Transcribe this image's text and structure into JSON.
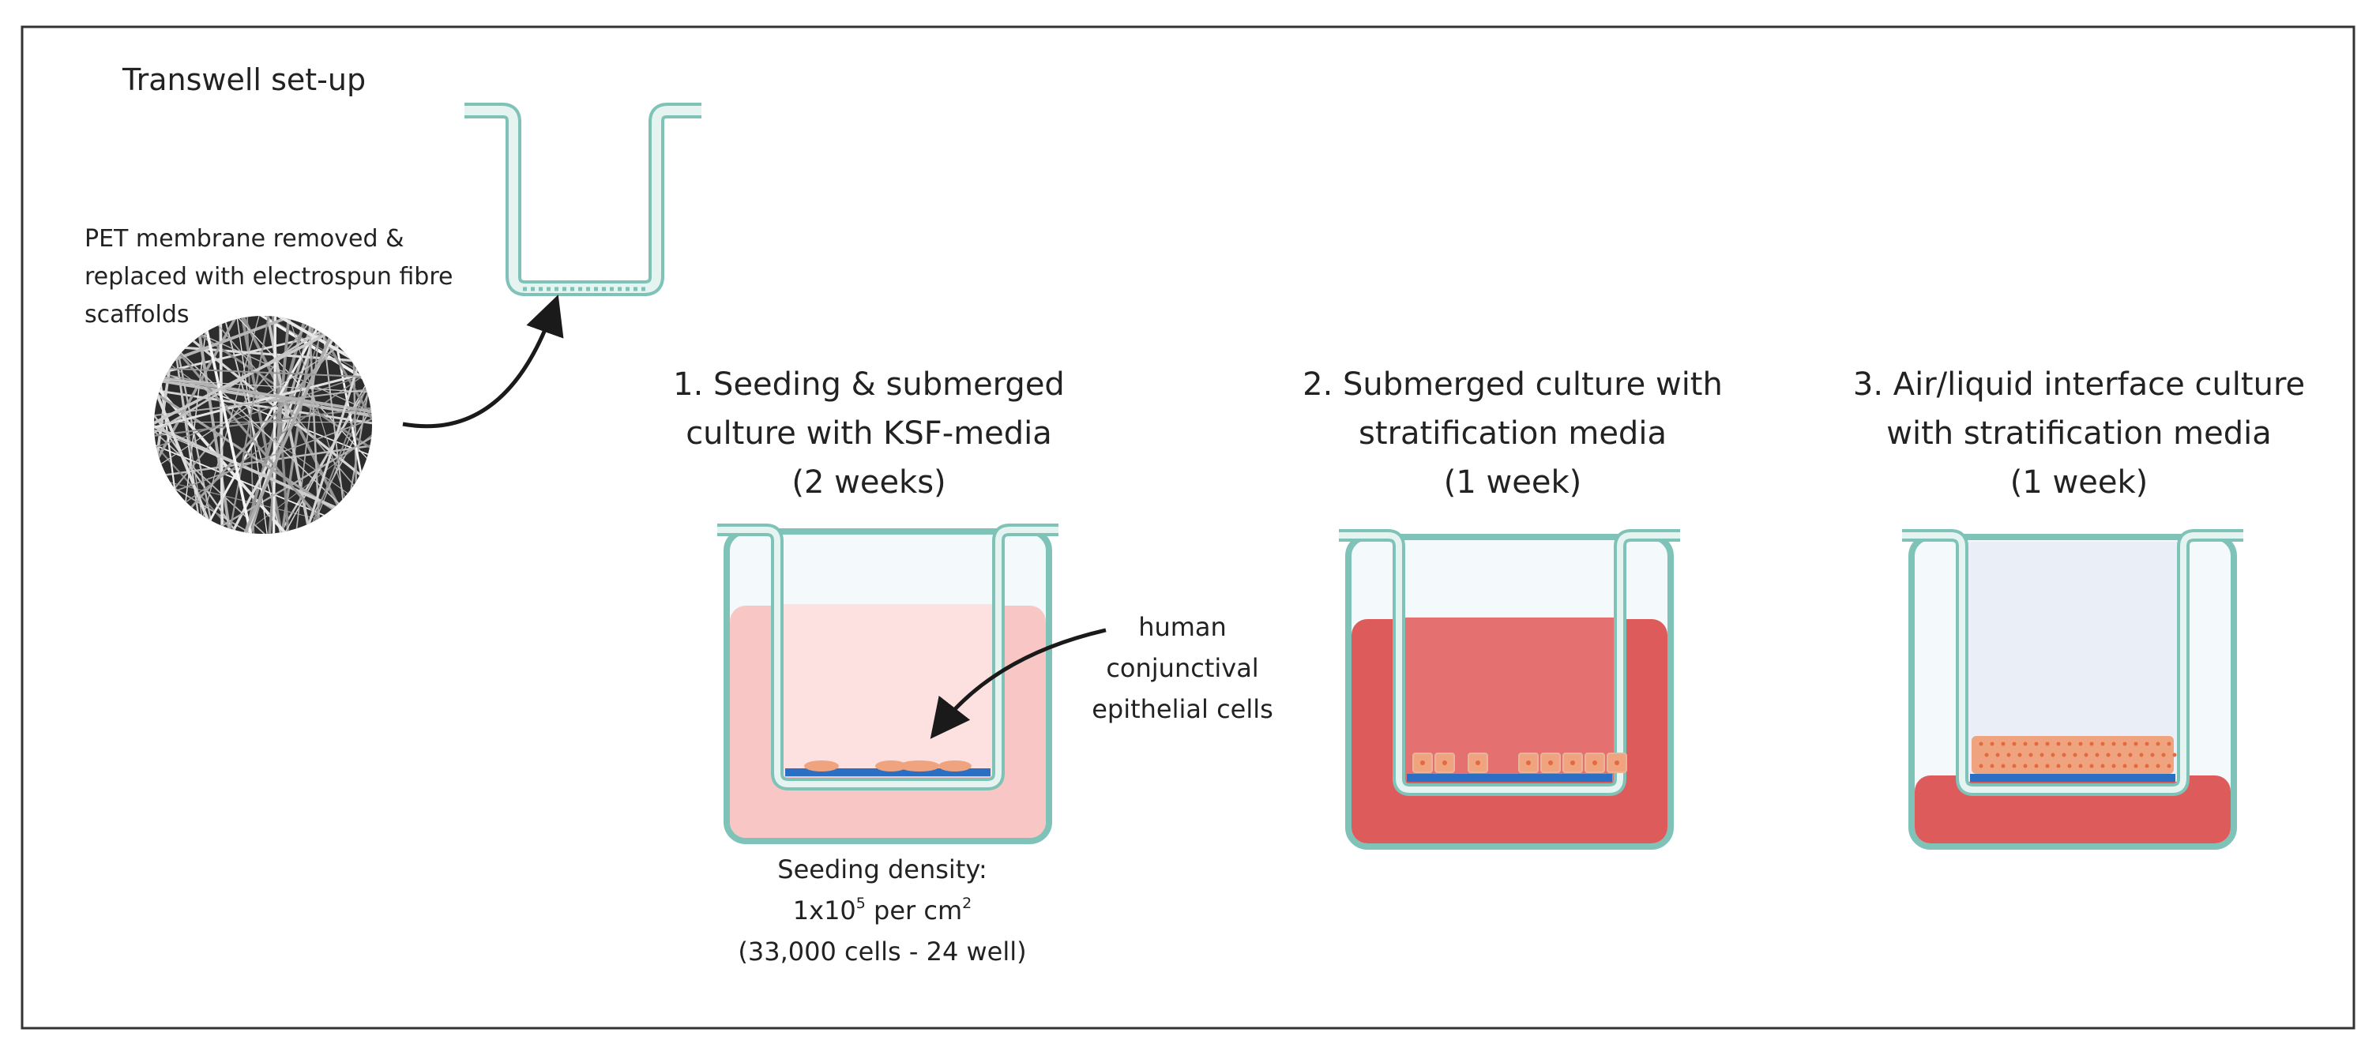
{
  "colors": {
    "insert_stroke": "#7fc2b7",
    "insert_fill": "#e5f3f1",
    "well_stroke": "#7fc2b7",
    "well_fill": "#f4f9fb",
    "media_kfs_outer": "#f9c6c6",
    "media_kfs_inner": "#fde0e0",
    "media_strat_outer": "#de5b5b",
    "media_strat_inner": "#e47070",
    "membrane": "#2a6fc3",
    "cells": "#f0a37f",
    "cell_dots": "#e26a3e",
    "arrow": "#1a1a1a"
  },
  "icons": {
    "scaffold": "electrospun-fibre-scaffold-icon",
    "insert": "transwell-insert-icon",
    "well": "culture-well-icon",
    "arrow": "curved-arrow-icon"
  },
  "setup": {
    "title": "Transwell set-up",
    "membrane_note": [
      "PET membrane removed &",
      "replaced with electrospun fibre",
      "scaffolds"
    ]
  },
  "stages": [
    {
      "title_lines": [
        "1. Seeding & submerged",
        "culture with KSF-media",
        "(2 weeks)"
      ]
    },
    {
      "title_lines": [
        "2. Submerged culture with",
        "stratification media",
        "(1 week)"
      ]
    },
    {
      "title_lines": [
        "3. Air/liquid interface culture",
        "with stratification media",
        "(1 week)"
      ]
    }
  ],
  "cells_note": [
    "human",
    "conjunctival",
    "epithelial cells"
  ],
  "seeding": {
    "title": "Seeding density:",
    "density_base": "1x10",
    "density_exp": "5",
    "density_unit": " per cm",
    "density_unit_exp": "2",
    "detail": "(33,000 cells - 24 well)"
  }
}
